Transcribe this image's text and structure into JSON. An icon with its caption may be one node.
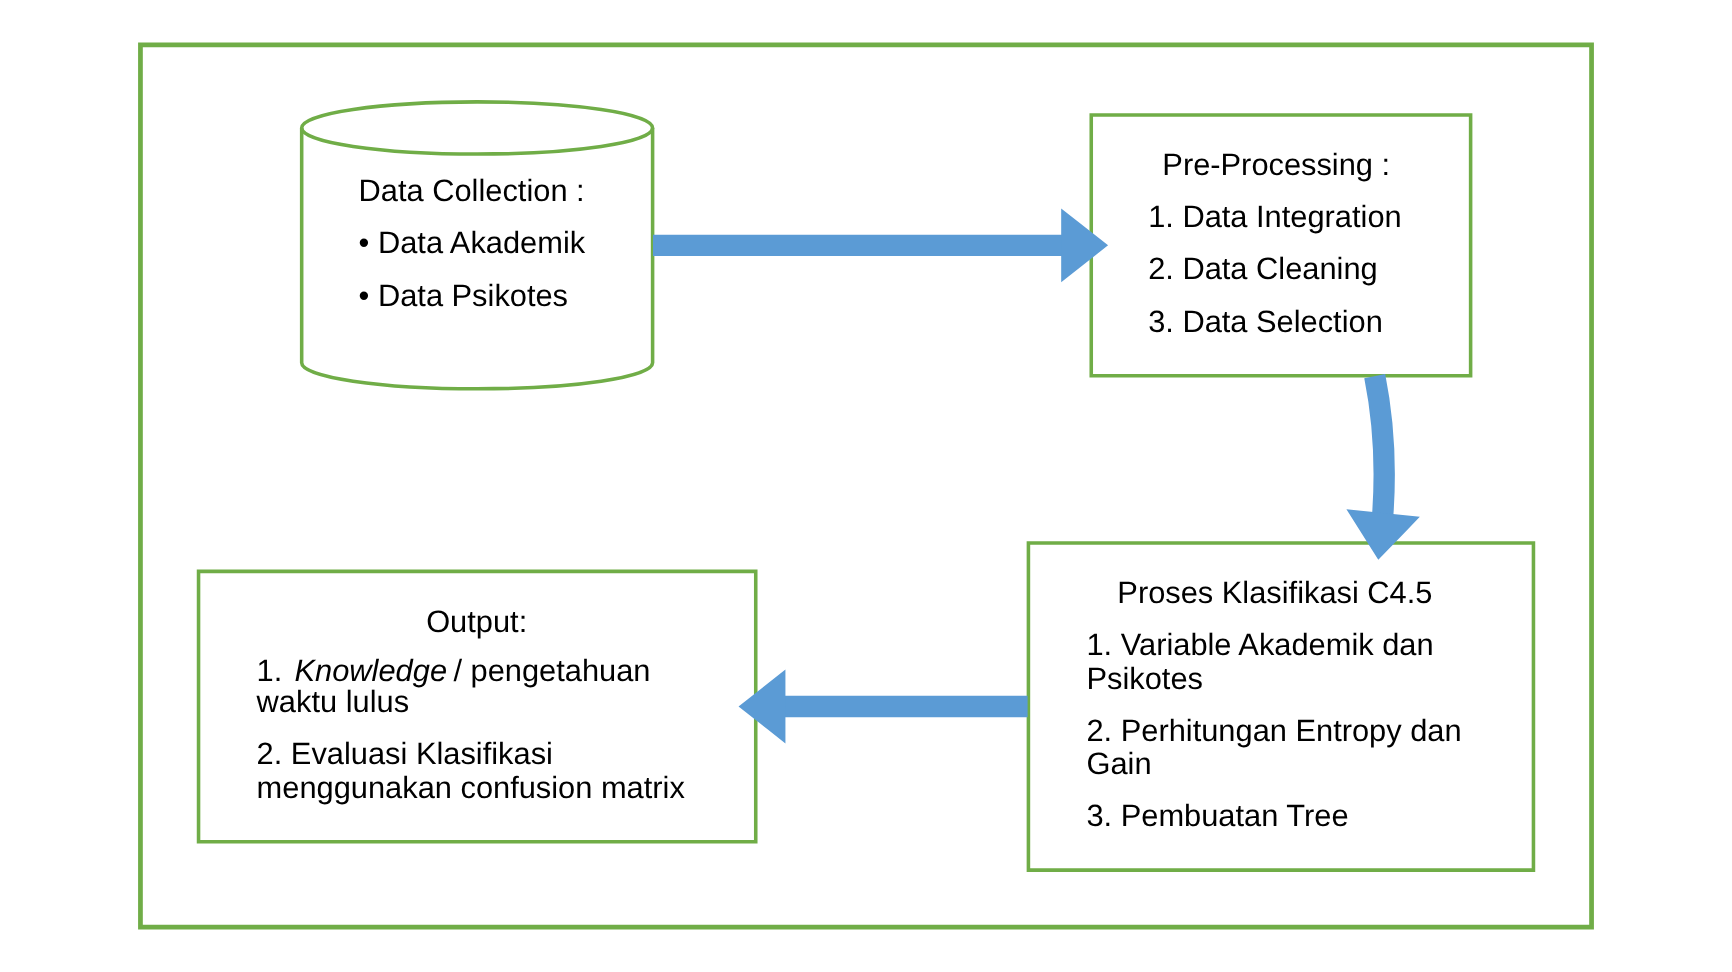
{
  "diagram": {
    "nodes": [
      {
        "text": [],
        "shape": "box"
      },
      {
        "text": [
          "Data Collection :",
          "• Data Akademik",
          "• Data Psikotes"
        ],
        "in": 0
      },
      {
        "text": [
          "Pre-Processing :",
          "1. Data Integration",
          "2. Data Cleaning",
          "3. Data Selection"
        ],
        "in": 0
      },
      {
        "text": [
          "Proses Klasifikasi C4.5",
          "1. Variable Akademik dan Psikotes",
          "2. Perhitungan Entropy dan Gain",
          "3. Pembuatan Tree"
        ],
        "in": 0
      },
      {
        "text": [
          "Output:",
          "1. *Knowledge* / pengetahuan waktu lulus",
          "2. Evaluasi Klasifikasi menggunakan confusion matrix"
        ],
        "in": 0
      }
    ],
    "edges": [
      {
        "from": 1,
        "to": 2,
        "arrow": "to"
      },
      {
        "from": 2,
        "to": 3,
        "arrow": "to"
      },
      {
        "from": 3,
        "to": 4,
        "arrow": "to"
      }
    ]
  }
}
